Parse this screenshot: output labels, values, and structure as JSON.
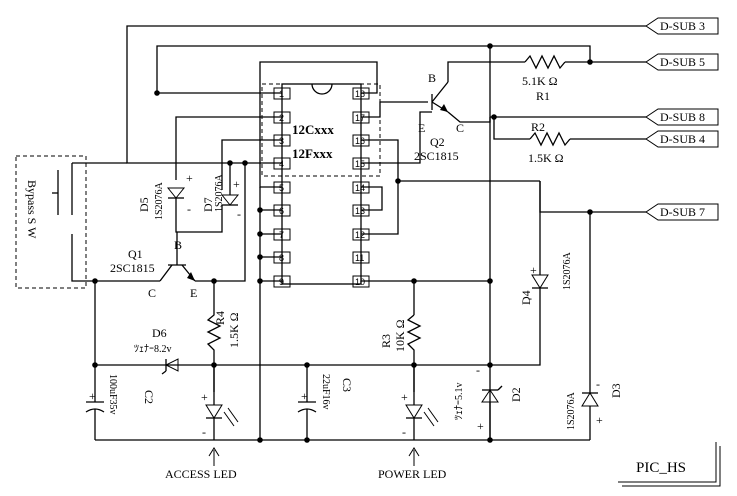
{
  "title": "PIC_HS",
  "ic": {
    "line1": "12Cxxx",
    "line2": "12Fxxx",
    "left_pins": [
      "1",
      "2",
      "3",
      "4",
      "5",
      "6",
      "7",
      "8",
      "9"
    ],
    "right_pins": [
      "18",
      "17",
      "16",
      "15",
      "14",
      "13",
      "12",
      "11",
      "10"
    ]
  },
  "connectors": [
    {
      "id": "dsub3",
      "label": "D-SUB 3"
    },
    {
      "id": "dsub5",
      "label": "D-SUB 5"
    },
    {
      "id": "dsub8",
      "label": "D-SUB 8"
    },
    {
      "id": "dsub4",
      "label": "D-SUB 4"
    },
    {
      "id": "dsub7",
      "label": "D-SUB 7"
    }
  ],
  "bypass_switch": "Bypass S W",
  "resistors": {
    "r1": {
      "name": "R1",
      "value": "5.1K Ω"
    },
    "r2": {
      "name": "R2",
      "value": "1.5K Ω"
    },
    "r3": {
      "name": "R3",
      "value": "10K Ω"
    },
    "r4": {
      "name": "R4",
      "value": "1.5K Ω"
    }
  },
  "transistors": {
    "q1": {
      "name": "Q1",
      "part": "2SC1815",
      "b": "B",
      "c": "C",
      "e": "E"
    },
    "q2": {
      "name": "Q2",
      "part": "2SC1815",
      "b": "B",
      "c": "C",
      "e": "E"
    }
  },
  "diodes": {
    "d2": {
      "name": "D2",
      "part": "ﾂｪﾅｰ5.1v"
    },
    "d3": {
      "name": "D3",
      "part": "1S2076A"
    },
    "d4": {
      "name": "D4",
      "part": "1S2076A"
    },
    "d5": {
      "name": "D5",
      "part": "1S2076A"
    },
    "d6": {
      "name": "D6",
      "part": "ﾂｪﾅｰ8.2v"
    },
    "d7": {
      "name": "D7",
      "part": "1S2076A"
    }
  },
  "capacitors": {
    "c2": {
      "name": "C2",
      "value": "100uF35v"
    },
    "c3": {
      "name": "C3",
      "value": "22uF16v"
    }
  },
  "leds": {
    "access": {
      "label": "ACCESS LED"
    },
    "power": {
      "label": "POWER LED"
    }
  },
  "polarity": {
    "plus": "+",
    "minus": "-"
  }
}
